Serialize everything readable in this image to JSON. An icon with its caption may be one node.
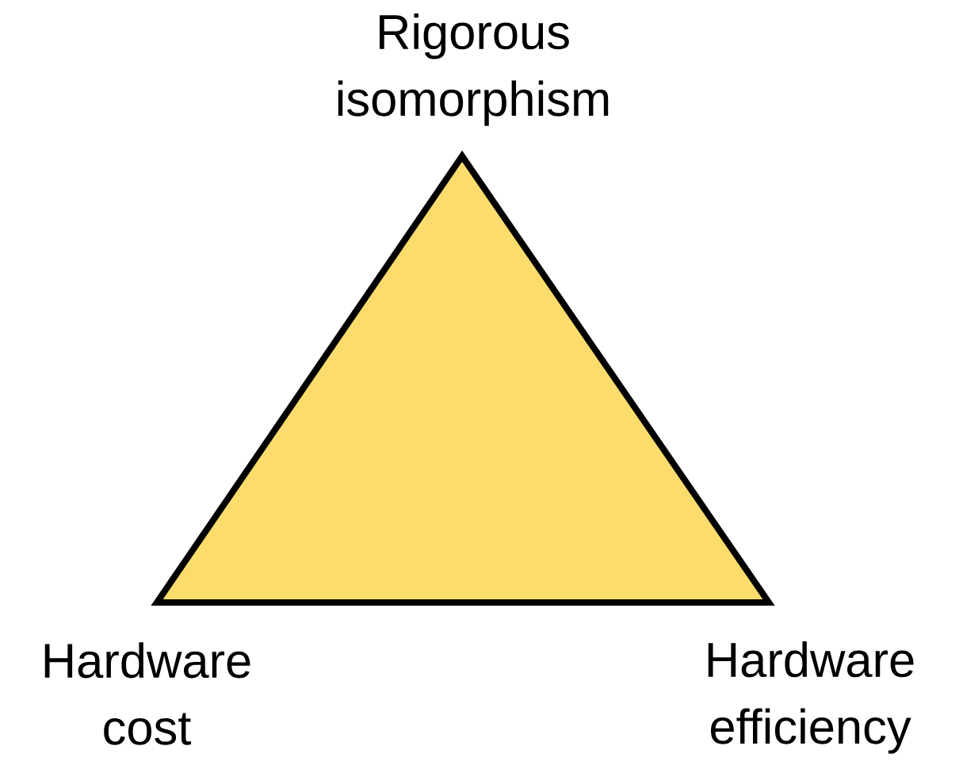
{
  "diagram": {
    "nodes": [
      {
        "text": [],
        "shape": "triangle"
      }
    ],
    "labels": [
      "Rigorous isomorphism",
      "Hardware cost",
      "Hardware efficiency"
    ]
  }
}
